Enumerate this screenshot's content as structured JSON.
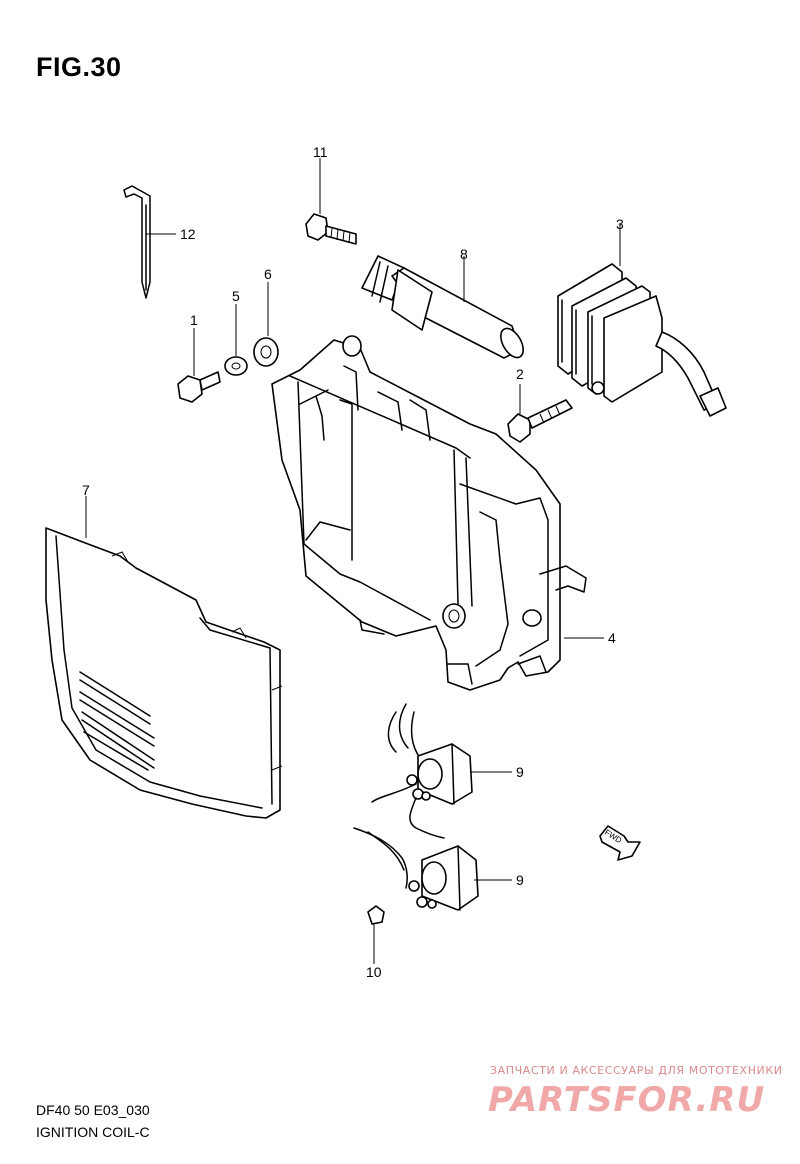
{
  "figure": {
    "title": "FIG.30",
    "model_code": "DF40 50 E03_030",
    "section_name": "IGNITION COIL-C"
  },
  "callouts": {
    "c1": "1",
    "c2": "2",
    "c3": "3",
    "c4": "4",
    "c5": "5",
    "c6": "6",
    "c7": "7",
    "c8": "8",
    "c9a": "9",
    "c9b": "9",
    "c10": "10",
    "c11": "11",
    "c12": "12"
  },
  "fwd_arrow": {
    "label": "FWD"
  },
  "watermark": {
    "tagline": "ЗАПЧАСТИ И АКСЕССУАРЫ ДЛЯ МОТОТЕХНИКИ",
    "logo": "PARTSFOR.RU",
    "color": "#f0a8a8"
  }
}
